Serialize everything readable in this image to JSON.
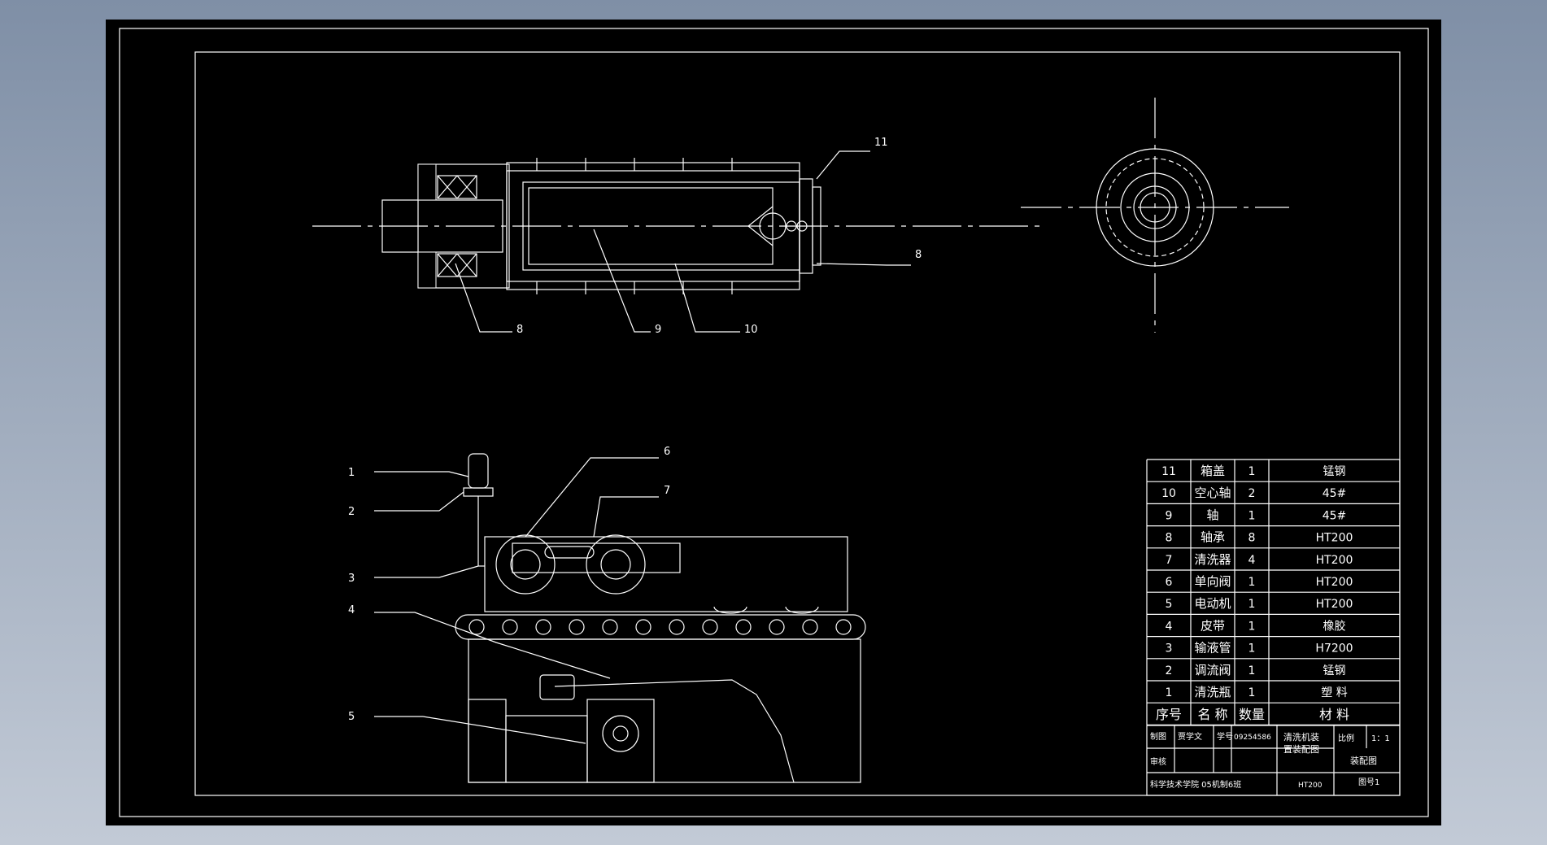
{
  "balloons": {
    "top": {
      "n11": "11",
      "n8a": "8",
      "n8b": "8",
      "n9": "9",
      "n10": "10"
    },
    "bottom": {
      "n1": "1",
      "n2": "2",
      "n3": "3",
      "n4": "4",
      "n5": "5",
      "n6": "6",
      "n7": "7"
    }
  },
  "bom": {
    "rows": [
      {
        "no": "11",
        "name": "箱盖",
        "qty": "1",
        "mat": "锰钢"
      },
      {
        "no": "10",
        "name": "空心轴",
        "qty": "2",
        "mat": "45#"
      },
      {
        "no": "9",
        "name": "轴",
        "qty": "1",
        "mat": "45#"
      },
      {
        "no": "8",
        "name": "轴承",
        "qty": "8",
        "mat": "HT200"
      },
      {
        "no": "7",
        "name": "清洗器",
        "qty": "4",
        "mat": "HT200"
      },
      {
        "no": "6",
        "name": "单向阀",
        "qty": "1",
        "mat": "HT200"
      },
      {
        "no": "5",
        "name": "电动机",
        "qty": "1",
        "mat": "HT200"
      },
      {
        "no": "4",
        "name": "皮带",
        "qty": "1",
        "mat": "橡胶"
      },
      {
        "no": "3",
        "name": "输液管",
        "qty": "1",
        "mat": "H7200"
      },
      {
        "no": "2",
        "name": "调流阀",
        "qty": "1",
        "mat": "锰钢"
      },
      {
        "no": "1",
        "name": "清洗瓶",
        "qty": "1",
        "mat": "塑 料"
      }
    ],
    "header": {
      "no": "序号",
      "name": "名 称",
      "qty": "数量",
      "mat": "材 料"
    }
  },
  "title_block": {
    "drawn_label": "制图",
    "drawn_name": "贾学文",
    "id_label": "学号",
    "id_value": "09254586",
    "title_line1": "清洗机装",
    "title_line2": "置装配图",
    "scale_label": "比例",
    "scale_value": "1：1",
    "review_label": "审核",
    "drawing_type": "装配图",
    "school": "科学技术学院 05机制6班",
    "material": "HT200",
    "sheet_no": "图号1"
  }
}
